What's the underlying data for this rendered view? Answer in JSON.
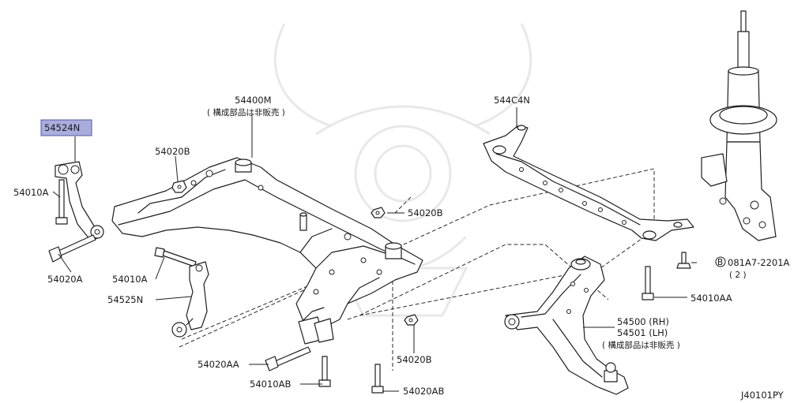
{
  "diagram_code": "J40101PY",
  "highlight_color": "#a9acdc",
  "labels": {
    "p54524N": "54524N",
    "p54010A_left": "54010A",
    "p54020A": "54020A",
    "p54020B_top": "54020B",
    "p54400M": "54400M",
    "p54400M_note": "( 構成部品は非販売 )",
    "p54010A_mid": "54010A",
    "p54525N": "54525N",
    "p54020B_mid": "54020B",
    "p544C4N": "544C4N",
    "p081A7_circle": "B",
    "p081A7": "081A7-2201A",
    "p081A7_qty": "( 2 )",
    "p54010AA": "54010AA",
    "p54500": "54500 (RH)",
    "p54501": "54501 (LH)",
    "p54500_note": "( 構成部品は非販売 )",
    "p54020B_bot": "54020B",
    "p54020AA": "54020AA",
    "p54010AB": "54010AB",
    "p54020AB": "54020AB"
  }
}
